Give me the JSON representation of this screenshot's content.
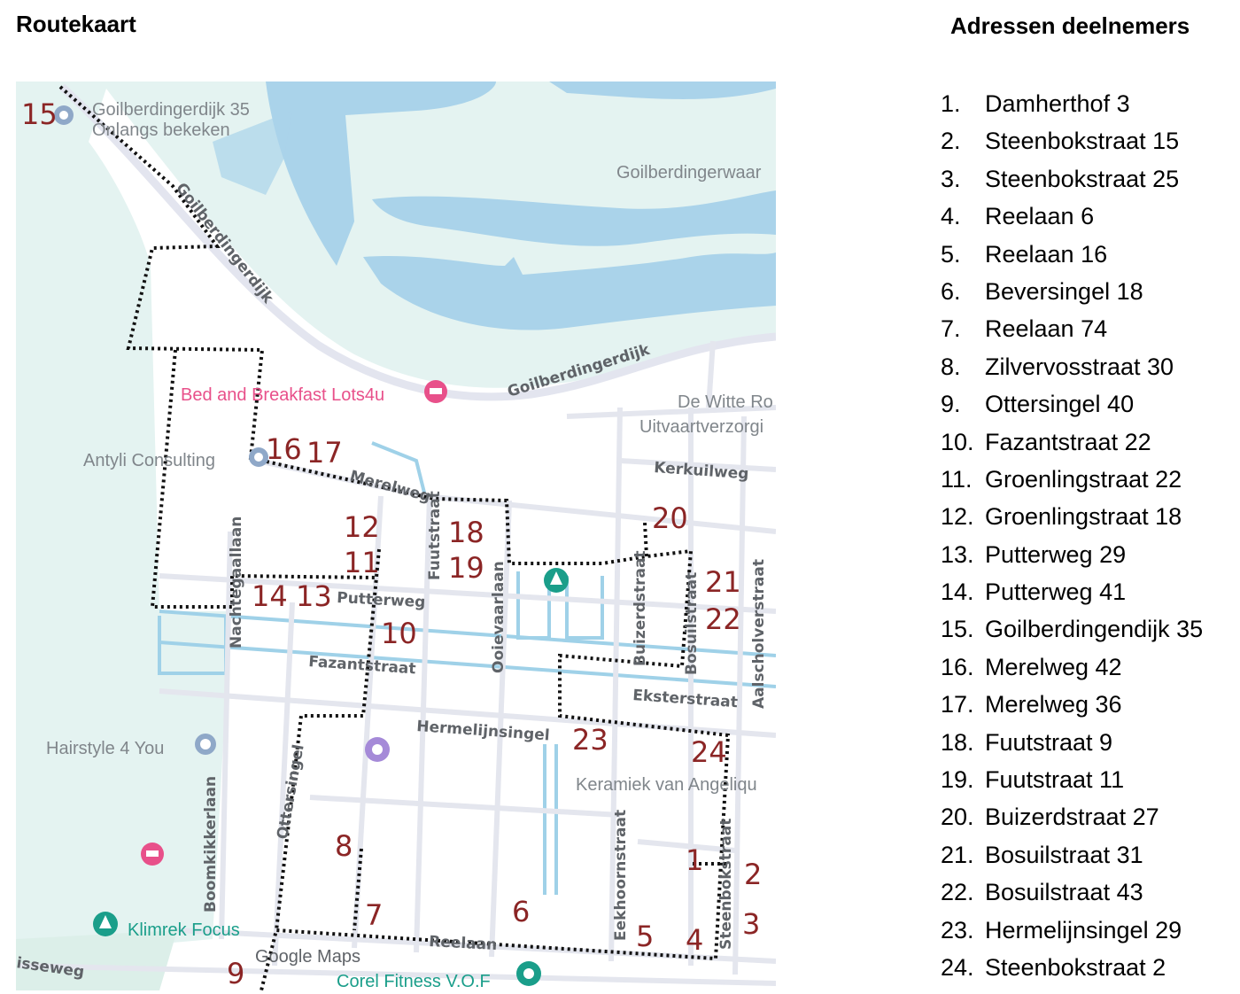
{
  "left_title": "Routekaart",
  "right_title": "Adressen deelnemers",
  "map": {
    "places": {
      "goilberdingerdijk35": "Goilberdingerdijk 35",
      "recently_viewed": "Onlangs bekeken",
      "goilberdingerwaard": "Goilberdingerwaar",
      "bnb": "Bed and Breakfast Lots4u",
      "antyli": "Antyli Consulting",
      "witte": "De Witte Ro",
      "uitvaart": "Uitvaartverzorgi",
      "hairstyle": "Hairstyle 4 You",
      "keramiek": "Keramiek van Angeliqu",
      "klimrek": "Klimrek Focus",
      "corel": "Corel Fitness V.O.F",
      "google": "Google Maps"
    },
    "roads": {
      "dijk1": "Goilberdingerdijk",
      "dijk2": "Goilberdingerdijk",
      "kerkuilweg": "Kerkuilweg",
      "merelweg": "Merelweg",
      "nachtegaallaan": "Nachtegaallaan",
      "putterweg": "Putterweg",
      "fuutstraat": "Fuutstraat",
      "ooievaarlaan": "Ooievaarlaan",
      "buizerdstraat": "Buizerdstraat",
      "bosuilstraat": "Bosuilstraat",
      "aalscholverstraat": "Aalscholverstraat",
      "fazantstraat": "Fazantstraat",
      "eksterstraat": "Eksterstraat",
      "hermelijnsingel": "Hermelijnsingel",
      "boomkikkerlaan": "Boomkikkerlaan",
      "ottersingel": "Ottersingel",
      "eekhoornstraat": "Eekhoornstraat",
      "steenbokstraat": "Steenbokstraat",
      "reelaan": "Reelaan",
      "lisseweg": "isseweg"
    },
    "markers": [
      "1",
      "2",
      "3",
      "4",
      "5",
      "6",
      "7",
      "8",
      "9",
      "10",
      "11",
      "12",
      "13",
      "14",
      "15",
      "16",
      "17",
      "18",
      "19",
      "20",
      "21",
      "22",
      "23",
      "24"
    ],
    "colors": {
      "water": "#aad3ea",
      "land": "#e4f3f1",
      "route": "#111111",
      "marker": "#8b2525",
      "park": "#1a9e8a",
      "hotel": "#e8508a"
    }
  },
  "addresses": [
    {
      "n": "1.",
      "a": "Damherthof 3"
    },
    {
      "n": "2.",
      "a": "Steenbokstraat 15"
    },
    {
      "n": "3.",
      "a": "Steenbokstraat 25"
    },
    {
      "n": "4.",
      "a": "Reelaan 6"
    },
    {
      "n": "5.",
      "a": "Reelaan 16"
    },
    {
      "n": "6.",
      "a": "Beversingel 18"
    },
    {
      "n": "7.",
      "a": "Reelaan 74"
    },
    {
      "n": "8.",
      "a": "Zilvervosstraat 30"
    },
    {
      "n": "9.",
      "a": "Ottersingel 40"
    },
    {
      "n": "10.",
      "a": "Fazantstraat 22"
    },
    {
      "n": "11.",
      "a": "Groenlingstraat 22"
    },
    {
      "n": "12.",
      "a": "Groenlingstraat 18"
    },
    {
      "n": "13.",
      "a": "Putterweg 29"
    },
    {
      "n": "14.",
      "a": "Putterweg 41"
    },
    {
      "n": "15.",
      "a": "Goilberdingendijk 35"
    },
    {
      "n": "16.",
      "a": "Merelweg 42"
    },
    {
      "n": "17.",
      "a": "Merelweg 36"
    },
    {
      "n": "18.",
      "a": "Fuutstraat 9"
    },
    {
      "n": "19.",
      "a": "Fuutstraat 11"
    },
    {
      "n": "20.",
      "a": "Buizerdstraat 27"
    },
    {
      "n": "21.",
      "a": "Bosuilstraat 31"
    },
    {
      "n": "22.",
      "a": "Bosuilstraat 43"
    },
    {
      "n": "23.",
      "a": "Hermelijnsingel 29"
    },
    {
      "n": "24.",
      "a": "Steenbokstraat 2"
    }
  ]
}
